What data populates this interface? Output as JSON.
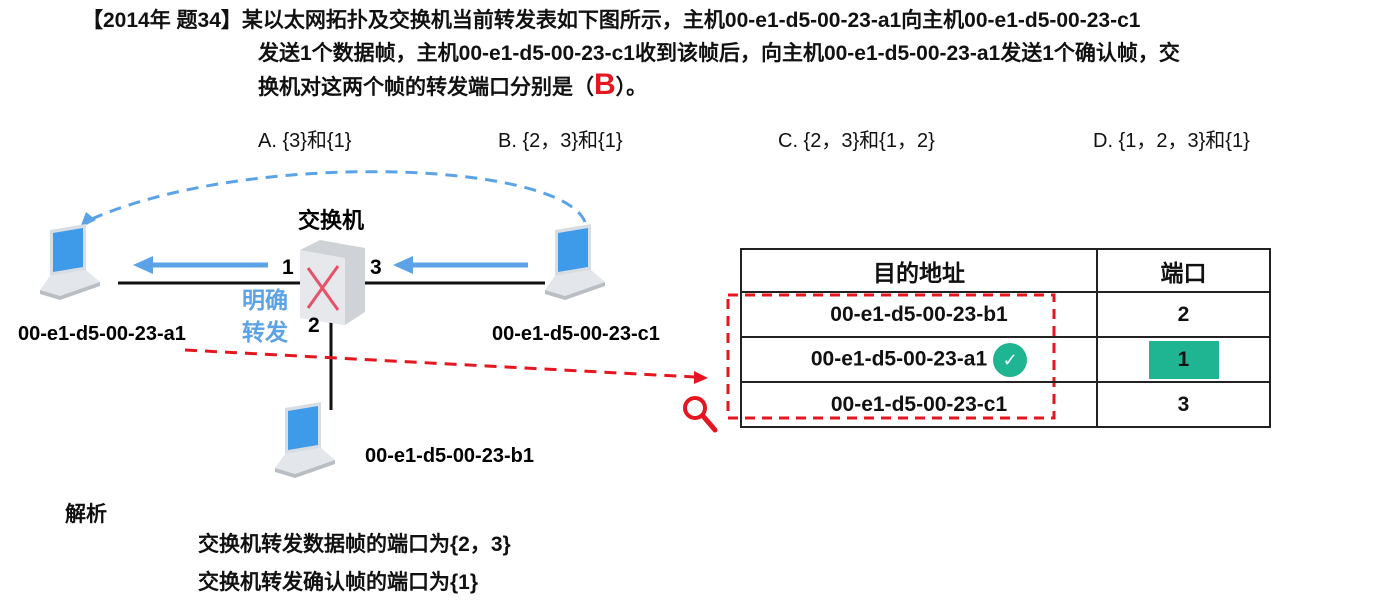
{
  "question": {
    "line1": "【2014年 题34】某以太网拓扑及交换机当前转发表如下图所示，主机00-e1-d5-00-23-a1向主机00-e1-d5-00-23-c1",
    "line2": "发送1个数据帧，主机00-e1-d5-00-23-c1收到该帧后，向主机00-e1-d5-00-23-a1发送1个确认帧，交",
    "line3_pre": "换机对这两个帧的转发端口分别是（",
    "answer": "B",
    "line3_post": "）。"
  },
  "options": [
    "A. {3}和{1}",
    "B. {2，3}和{1}",
    "C. {2，3}和{1，2}",
    "D. {1，2，3}和{1}"
  ],
  "diagram": {
    "switch_label": "交换机",
    "port1": "1",
    "port2": "2",
    "port3": "3",
    "host_a": "00-e1-d5-00-23-a1",
    "host_b": "00-e1-d5-00-23-b1",
    "host_c": "00-e1-d5-00-23-c1",
    "note_line1": "明确",
    "note_line2": "转发"
  },
  "table": {
    "headers": [
      "目的地址",
      "端口"
    ],
    "rows": [
      {
        "addr": "00-e1-d5-00-23-b1",
        "port": "2"
      },
      {
        "addr": "00-e1-d5-00-23-a1",
        "port": "1"
      },
      {
        "addr": "00-e1-d5-00-23-c1",
        "port": "3"
      }
    ]
  },
  "analysis": {
    "title": "解析",
    "line1": "交换机转发数据帧的端口为{2，3}",
    "line2": "交换机转发确认帧的端口为{1}"
  },
  "colors": {
    "accent_blue": "#5ba3e6",
    "red": "#e5161f",
    "green": "#1fb592"
  }
}
